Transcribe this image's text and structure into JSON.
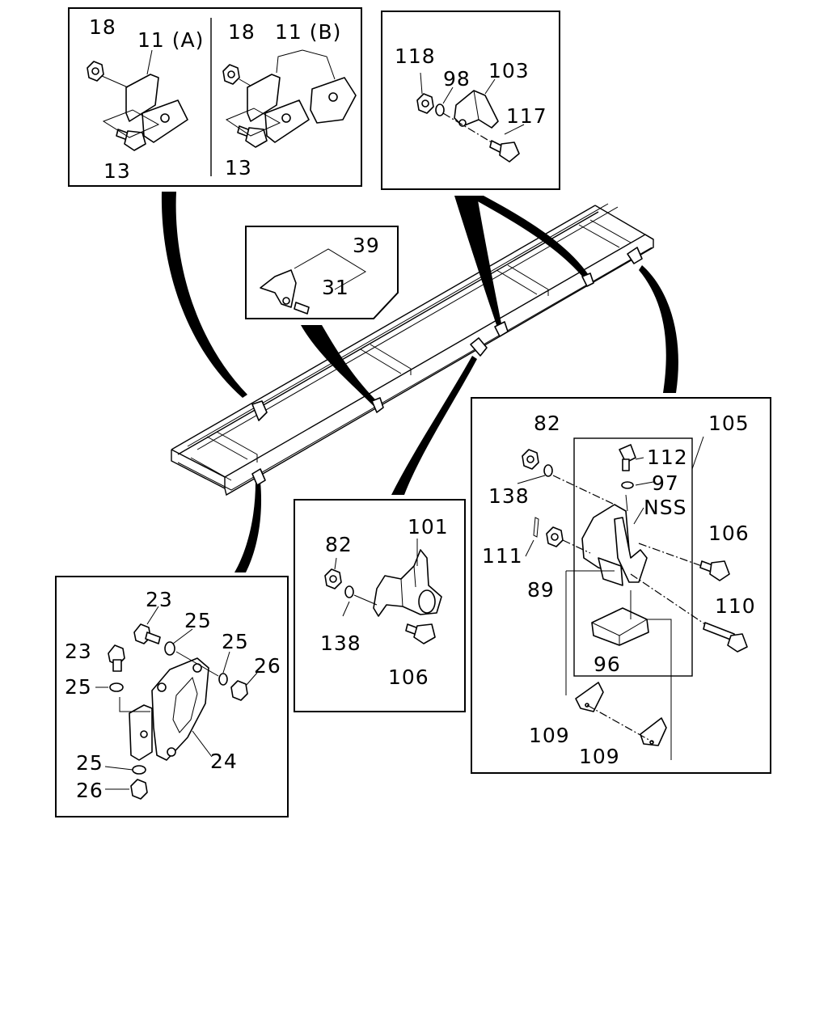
{
  "diagram": {
    "panel_top_left": {
      "left": {
        "nut": "18",
        "bracket": "11 (A)",
        "bolt": "13"
      },
      "right": {
        "nut": "18",
        "bracket": "11 (B)",
        "bolt": "13"
      }
    },
    "panel_top_right": {
      "nut": "118",
      "washer": "98",
      "bracket": "103",
      "bolt": "117"
    },
    "panel_center_small": {
      "bracket": "39",
      "pin": "31"
    },
    "panel_middle": {
      "nut": "82",
      "bracket": "101",
      "washer": "138",
      "bolt": "106"
    },
    "panel_right": {
      "nut_top": "82",
      "assembly": "105",
      "washer_left": "138",
      "bolt_top": "112",
      "washer_top": "97",
      "not_serviced": "NSS",
      "cotter_pin": "111",
      "nut_mid": "89",
      "bolt_right_upper": "106",
      "bolt_right_lower": "110",
      "pad": "96",
      "clip_left": "109",
      "clip_right": "109"
    },
    "panel_bottom_left": {
      "bolt_top": "23",
      "washer_top": "25",
      "bolt_left": "23",
      "washer_right": "25",
      "nut_right": "26",
      "washer_left": "25",
      "bracket": "24",
      "washer_bottom": "25",
      "nut_bottom": "26"
    }
  }
}
